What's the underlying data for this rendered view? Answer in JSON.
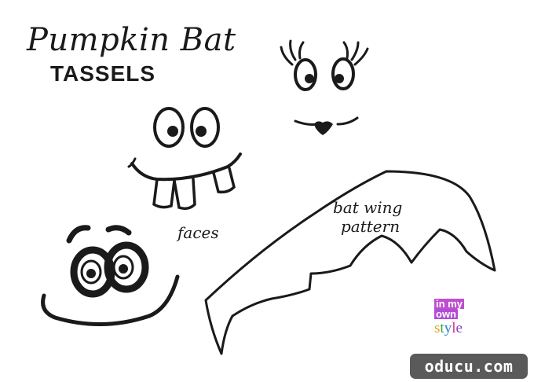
{
  "title": {
    "line1": "Pumpkin Bat",
    "line2": "TASSELS"
  },
  "labels": {
    "faces": "faces",
    "wing_line1": "bat wing",
    "wing_line2": "pattern"
  },
  "logo": {
    "line1": "in my",
    "line2": "own",
    "line3": [
      "s",
      "t",
      "y",
      "l",
      "e"
    ]
  },
  "watermark": "oducu.com",
  "colors": {
    "ink": "#1a1a1a",
    "logo_purple": "#c04fd0",
    "watermark_bg": "#5a5a5a"
  }
}
